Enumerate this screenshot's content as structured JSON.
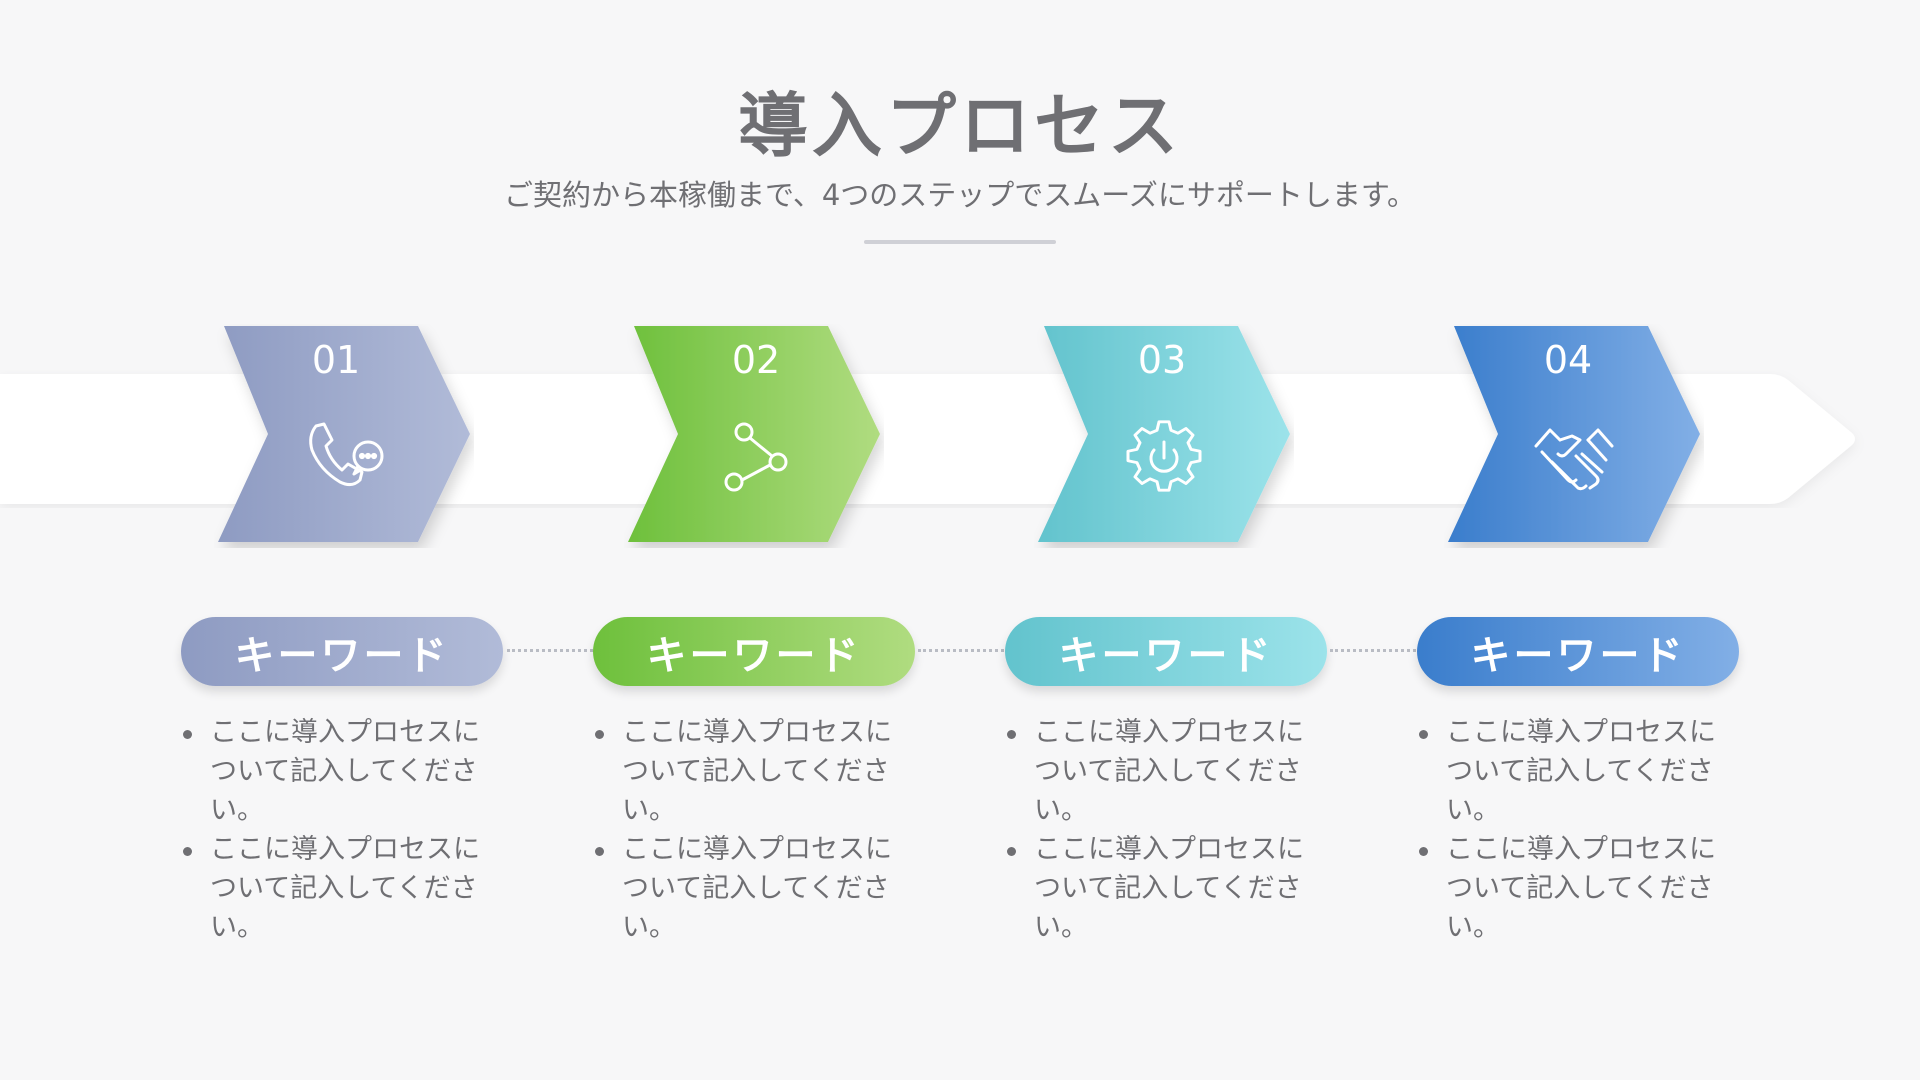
{
  "title": "導入プロセス",
  "subtitle": "ご契約から本稼働まで、4つのステップでスムーズにサポートします。",
  "steps": [
    {
      "number": "01",
      "icon": "phone-chat-icon",
      "keyword": "キーワード",
      "bullets": [
        "ここに導入プロセスについて記入してください。",
        "ここに導入プロセスについて記入してください。"
      ],
      "colors": {
        "from": "#8e9bc2",
        "to": "#b1bbd8"
      }
    },
    {
      "number": "02",
      "icon": "share-nodes-icon",
      "keyword": "キーワード",
      "bullets": [
        "ここに導入プロセスについて記入してください。",
        "ここに導入プロセスについて記入してください。"
      ],
      "colors": {
        "from": "#6ec03c",
        "to": "#b0dc80"
      }
    },
    {
      "number": "03",
      "icon": "gear-power-icon",
      "keyword": "キーワード",
      "bullets": [
        "ここに導入プロセスについて記入してください。",
        "ここに導入プロセスについて記入してください。"
      ],
      "colors": {
        "from": "#62c3cd",
        "to": "#9ce3ea"
      }
    },
    {
      "number": "04",
      "icon": "handshake-icon",
      "keyword": "キーワード",
      "bullets": [
        "ここに導入プロセスについて記入してください。",
        "ここに導入プロセスについて記入してください。"
      ],
      "colors": {
        "from": "#3a7dcc",
        "to": "#82afe6"
      }
    }
  ]
}
